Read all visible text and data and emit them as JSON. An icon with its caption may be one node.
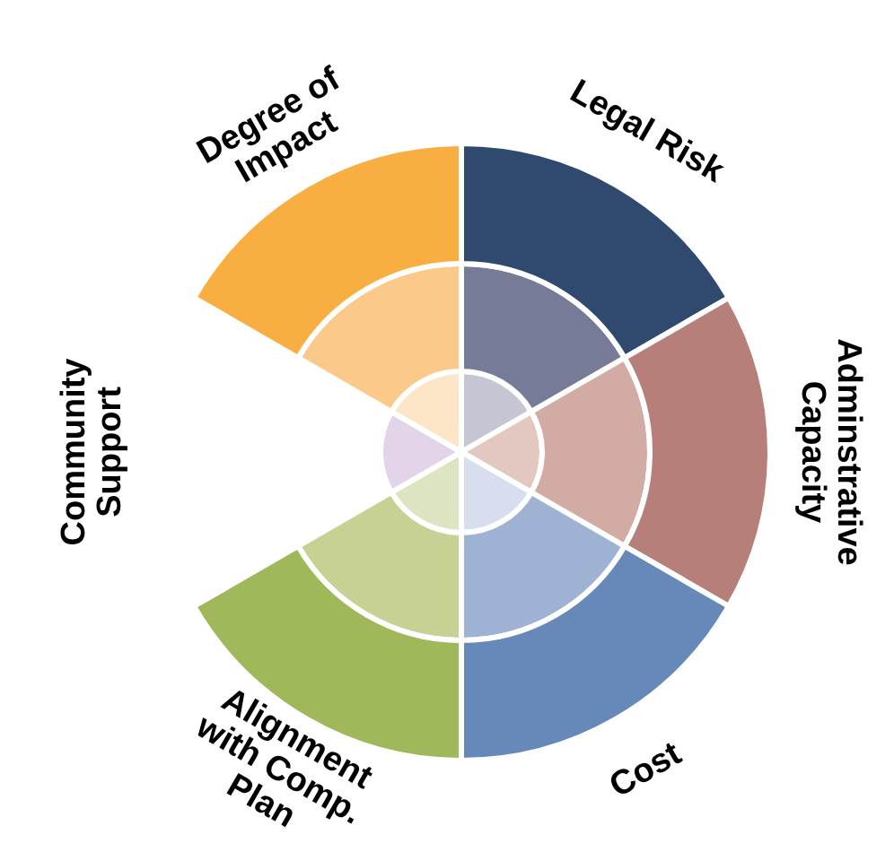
{
  "diagram": {
    "nodes": [
      {
        "text": [
          "Legal Risk"
        ]
      },
      {
        "text": [
          "Adminstrative Capacity"
        ]
      },
      {
        "text": [
          "Cost"
        ]
      },
      {
        "text": [
          "Alignment with Comp. Plan"
        ]
      },
      {
        "text": [
          "Community Support"
        ]
      },
      {
        "text": [
          "Degree of Impact"
        ]
      }
    ]
  }
}
